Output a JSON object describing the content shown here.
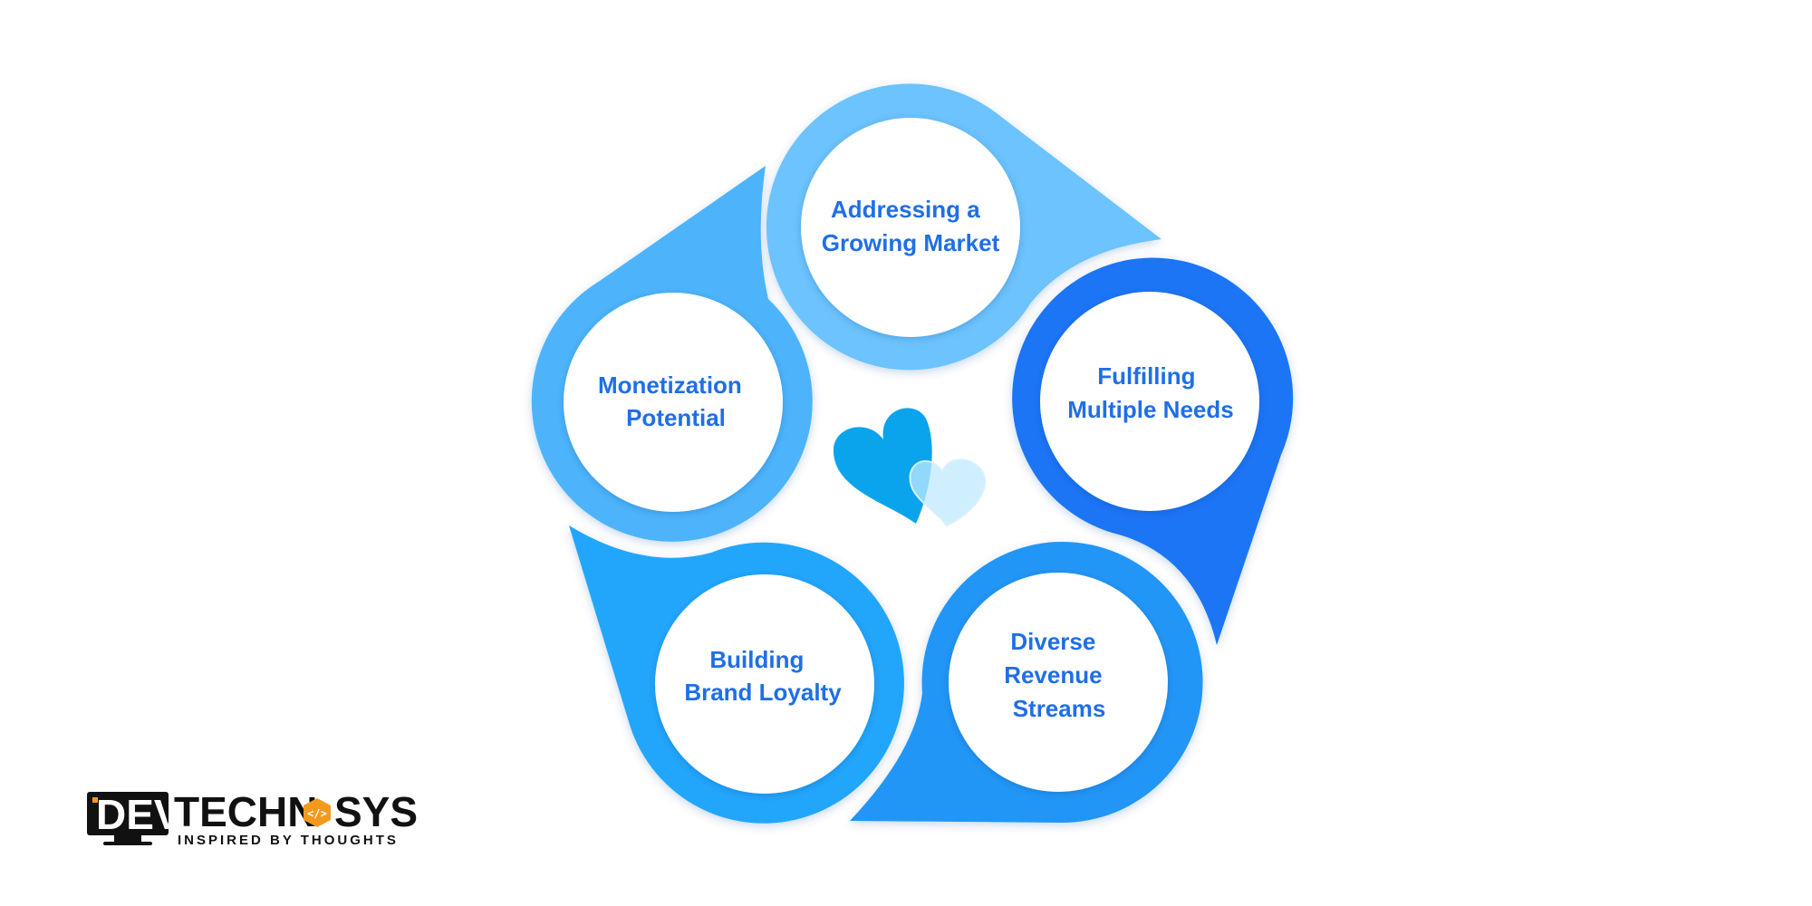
{
  "colors": {
    "node_top": "#6cc3fd",
    "node_left": "#4db4fb",
    "node_right": "#1a75f5",
    "node_bottom_left": "#24a6fc",
    "node_bottom_right": "#2496f6",
    "label": "#1f6fe6",
    "heart_primary": "#0aa4ec",
    "heart_secondary": "#bfeaff"
  },
  "center_icon": "hearts-icon",
  "nodes": {
    "top": {
      "lines": [
        "Addressing a",
        "Growing Market"
      ]
    },
    "left": {
      "lines": [
        "Monetization",
        "Potential"
      ]
    },
    "right": {
      "lines": [
        "Fulfilling",
        "Multiple Needs"
      ]
    },
    "bottom_left": {
      "lines": [
        "Building",
        "Brand Loyalty"
      ]
    },
    "bottom_right": {
      "lines": [
        "Diverse",
        "Revenue",
        "Streams"
      ]
    }
  },
  "logo": {
    "dev": "DEV",
    "brand_left": "TECHN",
    "brand_right": "SYS",
    "tagline": "INSPIRED BY THOUGHTS"
  }
}
